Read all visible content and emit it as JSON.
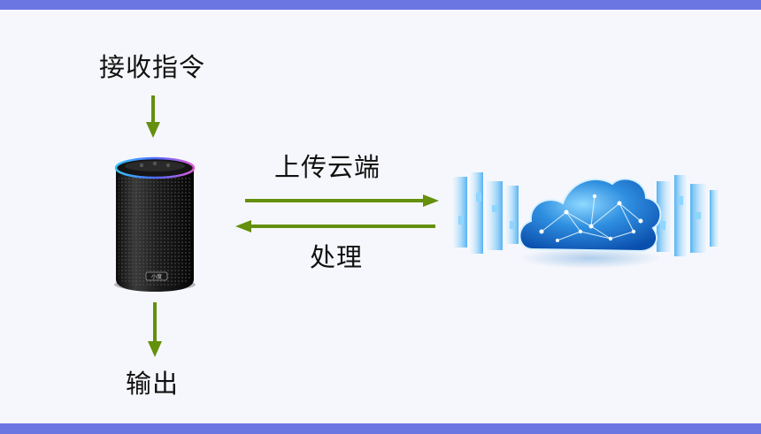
{
  "labels": {
    "receive_command": "接收指令",
    "upload_cloud": "上传云端",
    "process": "处理",
    "output": "输出"
  },
  "speaker": {
    "logo_text": "小度"
  },
  "colors": {
    "background": "#f6f7fc",
    "bar": "#6b76e2",
    "arrow": "#64900d",
    "text": "#111111",
    "cloud": "#2f8fe0"
  }
}
